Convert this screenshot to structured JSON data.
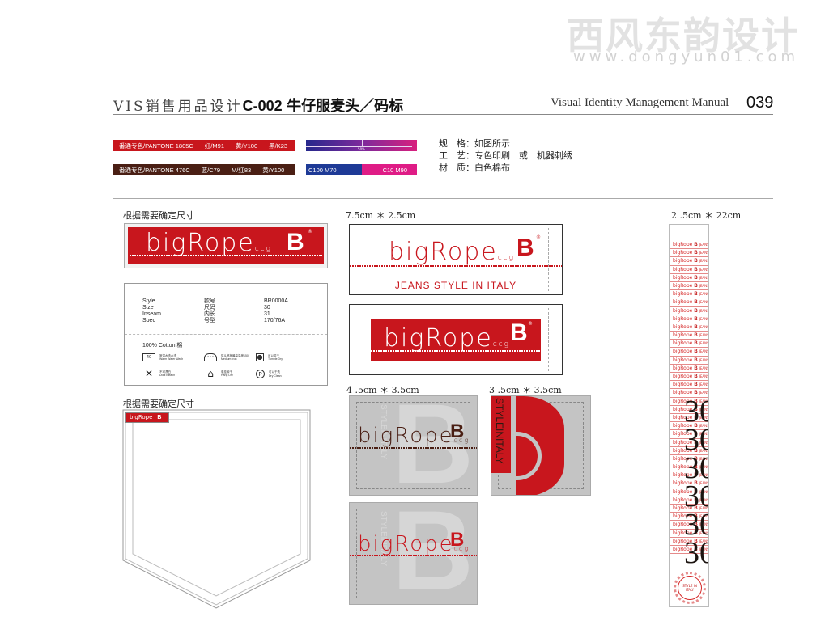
{
  "watermark": {
    "brand_cn": "西风东韵设计",
    "url": "www.dongyun01.com"
  },
  "header": {
    "title_prefix": "VIS销售用品设计",
    "title_code": "C-002",
    "title_item": "牛仔服麦头／码标",
    "manual_name": "Visual Identity Management Manual",
    "page_number": "039"
  },
  "colors": {
    "brand_red": "#c8161d",
    "brand_brown": "#4a1f14",
    "gradient_start": "#26288c",
    "gradient_end": "#d8207e",
    "split_left": "#1e3a96",
    "split_right": "#df1c86",
    "patch_grey": "#c4c4c4"
  },
  "color_specs": [
    {
      "name": "番通专色/PANTONE 1805C",
      "c1": "红/M91",
      "c2": "黄/Y100",
      "c3": "黑/K23"
    },
    {
      "name": "番通专色/PANTONE 476C",
      "c1": "蓝/C79",
      "c2": "M/红83",
      "c3": "黄/Y100"
    }
  ],
  "gradient_bar": {
    "label": "50%"
  },
  "split_bar": {
    "left": "C100  M70",
    "right": "C10  M90"
  },
  "spec_lines": [
    "规　格：如图所示",
    "工　艺：专色印刷　或　机器刺绣",
    "材　质：白色棉布"
  ],
  "left_column": {
    "caption_top": "根据需要确定尺寸",
    "caption_pocket": "根据需要确定尺寸"
  },
  "logo": {
    "wordmark": "bigRope",
    "suffix": "ccg",
    "mark": "B",
    "registered": "®",
    "tagline": "JEANS  STYLE IN ITALY",
    "vertical_text": "STYLEINITALY"
  },
  "care_label": {
    "rows": [
      {
        "en": "Style",
        "cn": "款号",
        "value": "BR0000A"
      },
      {
        "en": "Size",
        "cn": "尺码",
        "value": "30"
      },
      {
        "en": "Inseam",
        "cn": "内长",
        "value": "31"
      },
      {
        "en": "Spec",
        "cn": "号型",
        "value": "170/76A"
      }
    ],
    "composition": "100% Cotton 棉",
    "symbols": [
      {
        "icon": "40",
        "cn": "常温水洗水洗",
        "en": "Warm Water Wash"
      },
      {
        "icon": "•••",
        "cn": "熨斗底板最高温度150°",
        "en": "Medium Iron"
      },
      {
        "icon": "",
        "cn": "可以烘干",
        "en": "Tumble Dry"
      },
      {
        "icon": "✕",
        "cn": "不可漂白",
        "en": "Dont Bleach"
      },
      {
        "icon": "⌂",
        "cn": "悬挂晾干",
        "en": "Hang Dry"
      },
      {
        "icon": "P",
        "cn": "可以干洗",
        "en": "Dry Clean"
      }
    ]
  },
  "sizes": {
    "label_75": "7.5cm ＊ 2.5cm",
    "patch_45": "4 .5cm ＊ 3.5cm",
    "patch_35": "3 .5cm ＊ 3.5cm",
    "strip": "2 .5cm ＊ 22cm"
  },
  "strip": {
    "row_text": "bigRope",
    "row_suffix": "JEANS",
    "size_number": "30",
    "circle_text": "STYLE IN ITALY"
  }
}
